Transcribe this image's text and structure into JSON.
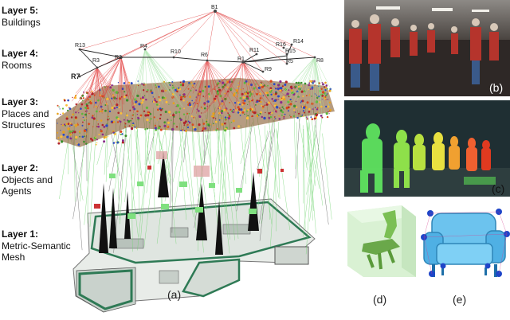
{
  "layers": [
    {
      "title": "Layer 5:",
      "desc": [
        "Buildings"
      ]
    },
    {
      "title": "Layer 4:",
      "desc": [
        "Rooms"
      ]
    },
    {
      "title": "Layer 3:",
      "desc": [
        "Places and",
        "Structures"
      ]
    },
    {
      "title": "Layer 2:",
      "desc": [
        "Objects and",
        "Agents"
      ]
    },
    {
      "title": "Layer 1:",
      "desc": [
        "Metric-Semantic",
        "Mesh"
      ]
    }
  ],
  "nodes": {
    "building": "B1",
    "rooms": [
      "R13",
      "R3",
      "R2",
      "R4",
      "R10",
      "R6",
      "R11",
      "R1",
      "R16",
      "R14",
      "R15",
      "R5",
      "R8",
      "R9",
      "R7"
    ]
  },
  "captions": {
    "a": "(a)",
    "b": "(b)",
    "c": "(c)",
    "d": "(d)",
    "e": "(e)"
  }
}
